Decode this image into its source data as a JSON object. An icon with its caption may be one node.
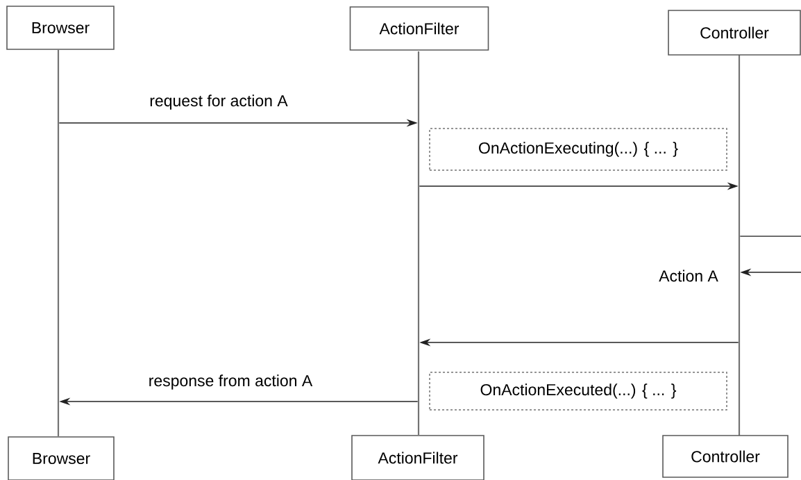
{
  "diagram": {
    "nodes": [
      {
        "text": [
          "Browser"
        ]
      },
      {
        "text": [
          "ActionFilter"
        ]
      },
      {
        "text": [
          "Controller"
        ]
      },
      {
        "text": [
          "OnActionExecuting(...) { ... }"
        ]
      },
      {
        "text": [
          "OnActionExecuted(...) { ... }"
        ]
      },
      {
        "text": [
          "Browser"
        ]
      },
      {
        "text": [
          "ActionFilter"
        ]
      },
      {
        "text": [
          "Controller"
        ]
      },
      {
        "text": [],
        "shape": "bar"
      },
      {
        "text": [],
        "shape": "bar"
      },
      {
        "text": [],
        "shape": "bar"
      }
    ],
    "edges": [
      {
        "from": 8,
        "to": 9,
        "arrow": "to",
        "label": "request for action A"
      },
      {
        "from": 9,
        "to": 10,
        "arrow": "to"
      },
      {
        "from": 10,
        "to": null,
        "arrow": "none"
      },
      {
        "from": null,
        "to": 10,
        "arrow": "to",
        "label": "Action A"
      },
      {
        "from": 10,
        "to": 9,
        "arrow": "to"
      },
      {
        "from": 9,
        "to": 8,
        "arrow": "to",
        "label": "response from action A"
      }
    ]
  }
}
